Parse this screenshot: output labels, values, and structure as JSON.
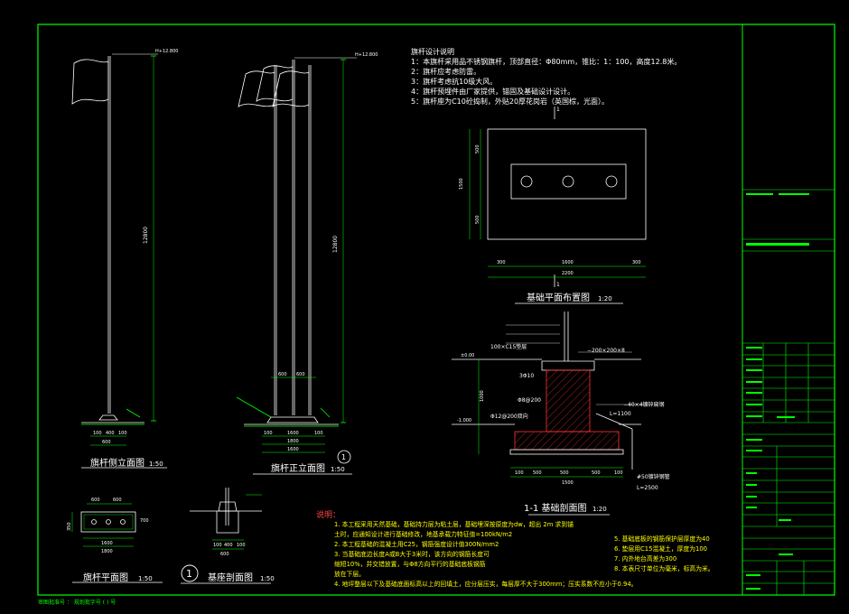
{
  "notes": {
    "title": "旗杆设计说明",
    "items": [
      "1：本旗杆采用品不锈钢旗杆，顶部直径：Φ80mm，锥比：1：100，高度12.8米。",
      "2：旗杆应考虑防雷。",
      "3：旗杆考虑抗10级大风。",
      "4：旗杆预埋件由厂家提供，锚固及基础设计设计。",
      "5：旗杆座为C10砼捣制，外贴20厚花岗岩（英国棕，光面）。"
    ]
  },
  "views": {
    "side_elev": "旗杆侧立面图",
    "side_scale": "1:50",
    "front_elev": "旗杆正立面图",
    "front_scale": "1:50",
    "plan": "旗杆平面图",
    "plan_scale": "1:50",
    "base_section": "基座剖面图",
    "base_scale": "1:50",
    "fdn_plan": "基础平面布置图",
    "fdn_plan_scale": "1:20",
    "fdn_section": "1-1 基础剖面图",
    "fdn_section_scale": "1:20",
    "circle1": "1"
  },
  "dims": {
    "top_elev": "H+12.800",
    "pole_h": "12800",
    "d100": "100",
    "d400": "400",
    "d600": "600",
    "d1600": "1600",
    "d1800": "1800",
    "d1500": "1500",
    "d500": "500",
    "d300": "300",
    "d2200": "2200",
    "d200": "200",
    "d1000": "1000",
    "d1100": "L=1100",
    "d2500": "L=2500",
    "e0": "±0.00",
    "em1": "-1.000",
    "d700": "700",
    "d350": "350"
  },
  "section_labels": {
    "a": "1",
    "l1": "100×C15垫层",
    "l2": "3Φ10",
    "l3": "Φ8@200",
    "l4": "Φ12@200双向",
    "l5": "−200×200×8",
    "l6": "−40×4镀锌扁钢",
    "l7": "#50镀锌钢管"
  },
  "remarks": {
    "label": "说明：",
    "items": [
      "1. 本工程采用天然基础，基础持力层为粘土层，基础埋深按原度为dw，超出 2m  求到锚",
      "   土时，应通知设计进行基础修改，地基承载力特征值=100kN/m2",
      "2. 本工程基础的混凝土用C25，钢筋强度设计值300N/mm2",
      "3. 当基础底边长度A或B大于3米时，该方向的钢筋长度可",
      "   缩短10%，并交错放置，与Φ8方向平行的基础底板钢筋",
      "   放在下层。",
      "4. 地坪整层以下及基础底面标高以上的回填土，应分层压实，每层厚不大于300mm；压实系数不应小于0.94。"
    ],
    "right": [
      "5. 基础底板的钢筋保护层厚度为40",
      "6. 垫层用C15混凝土，厚度为100",
      "7. 内外地台高差为300",
      "8. 本表尺寸单位为毫米，标高为米。"
    ]
  },
  "footer": "审图批准号  ：  规划批字号    (    )    号"
}
